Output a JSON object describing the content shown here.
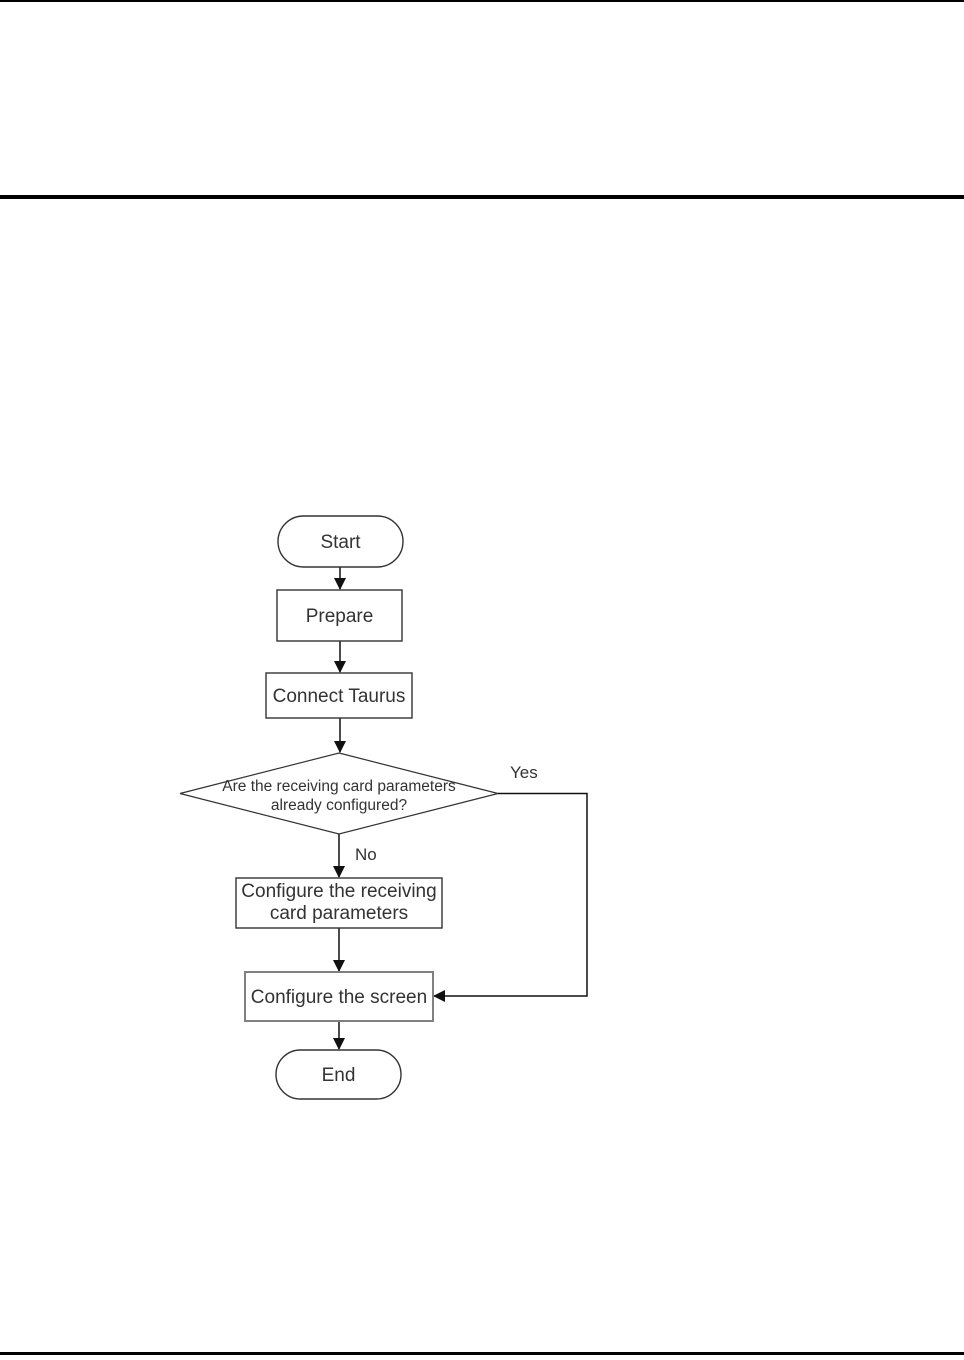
{
  "page": {
    "bg_color": "#ffffff",
    "rule_color": "#000000"
  },
  "flowchart": {
    "colors": {
      "node_stroke": "#333333",
      "connector": "#111111",
      "screen_box_stroke": "#808080",
      "text": "#333333"
    },
    "nodes": {
      "start": {
        "type": "terminator",
        "label": "Start"
      },
      "prepare": {
        "type": "process",
        "label": "Prepare"
      },
      "connect_taurus": {
        "type": "process",
        "label": "Connect Taurus"
      },
      "decision": {
        "type": "decision",
        "line1": "Are the receiving card parameters",
        "line2": "already configured?"
      },
      "configure_receiving": {
        "type": "process",
        "line1": "Configure the receiving",
        "line2": "card parameters"
      },
      "configure_screen": {
        "type": "process",
        "label": "Configure the screen"
      },
      "end": {
        "type": "terminator",
        "label": "End"
      }
    },
    "branches": {
      "yes_label": "Yes",
      "no_label": "No"
    }
  }
}
